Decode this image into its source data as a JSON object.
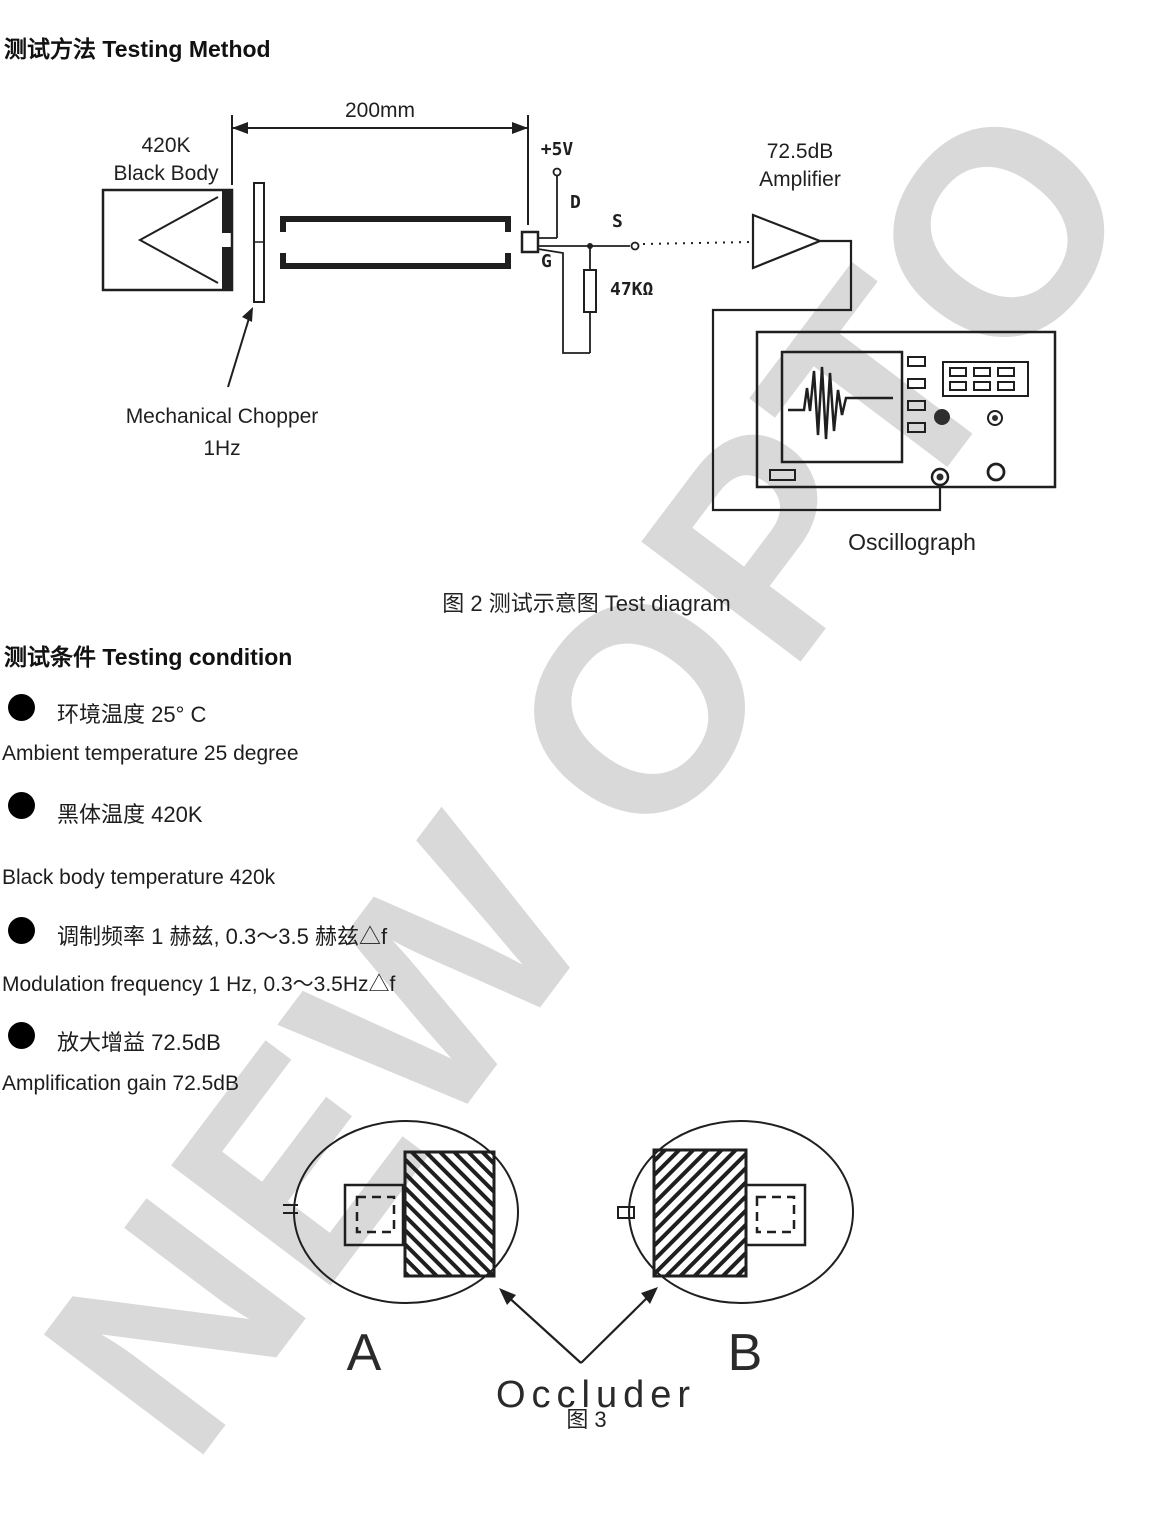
{
  "page": {
    "watermark": "NEW OPTO",
    "colors": {
      "ink": "#1f1f1f",
      "watermark": "#d9d9d9",
      "background": "#ffffff"
    }
  },
  "method_section": {
    "title": "测试方法 Testing Method"
  },
  "figure2": {
    "distance_label": "200mm",
    "blackbody_label_1": "420K",
    "blackbody_label_2": "Black Body",
    "supply_label": "+5V",
    "drain_label": "D",
    "source_label": "S",
    "gate_label": "G",
    "resistor_label": "47KΩ",
    "chopper_label_1": "Mechanical Chopper",
    "chopper_label_2": "1Hz",
    "amplifier_label_1": "72.5dB",
    "amplifier_label_2": "Amplifier",
    "oscillograph_label": "Oscillograph",
    "caption": "图 2 测试示意图 Test diagram"
  },
  "condition_section": {
    "title": "测试条件 Testing condition"
  },
  "conditions": [
    {
      "cn": "环境温度 25° C",
      "en": "Ambient temperature 25 degree"
    },
    {
      "cn": "黑体温度 420K",
      "en": "Black body temperature 420k"
    },
    {
      "cn": "调制频率 1 赫兹, 0.3～3.5 赫兹△f",
      "en": "Modulation frequency 1 Hz, 0.3～3.5Hz△f"
    },
    {
      "cn": "放大增益 72.5dB",
      "en": "Amplification gain 72.5dB"
    }
  ],
  "figure3": {
    "label_a": "A",
    "label_b": "B",
    "occluder_label": "Occluder",
    "caption": "图 3"
  }
}
